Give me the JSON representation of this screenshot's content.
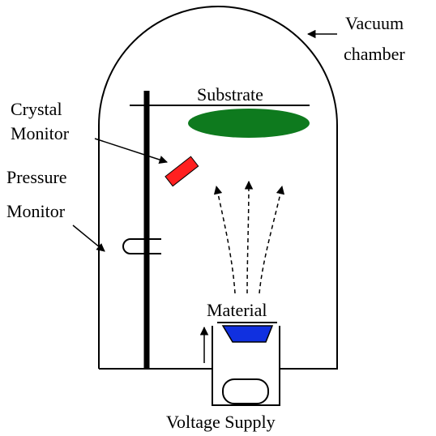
{
  "labels": {
    "vacuum_chamber": [
      "Vacuum",
      "chamber"
    ],
    "substrate": "Substrate",
    "crystal_monitor": [
      "Crystal",
      "Monitor"
    ],
    "pressure_monitor": [
      "Pressure",
      "Monitor"
    ],
    "material": "Material",
    "voltage_supply": "Voltage Supply"
  },
  "colors": {
    "outline": "#000000",
    "substrate": "#0e7a1e",
    "crystal": "#ff2020",
    "material": "#1030e0",
    "background": "#ffffff"
  }
}
